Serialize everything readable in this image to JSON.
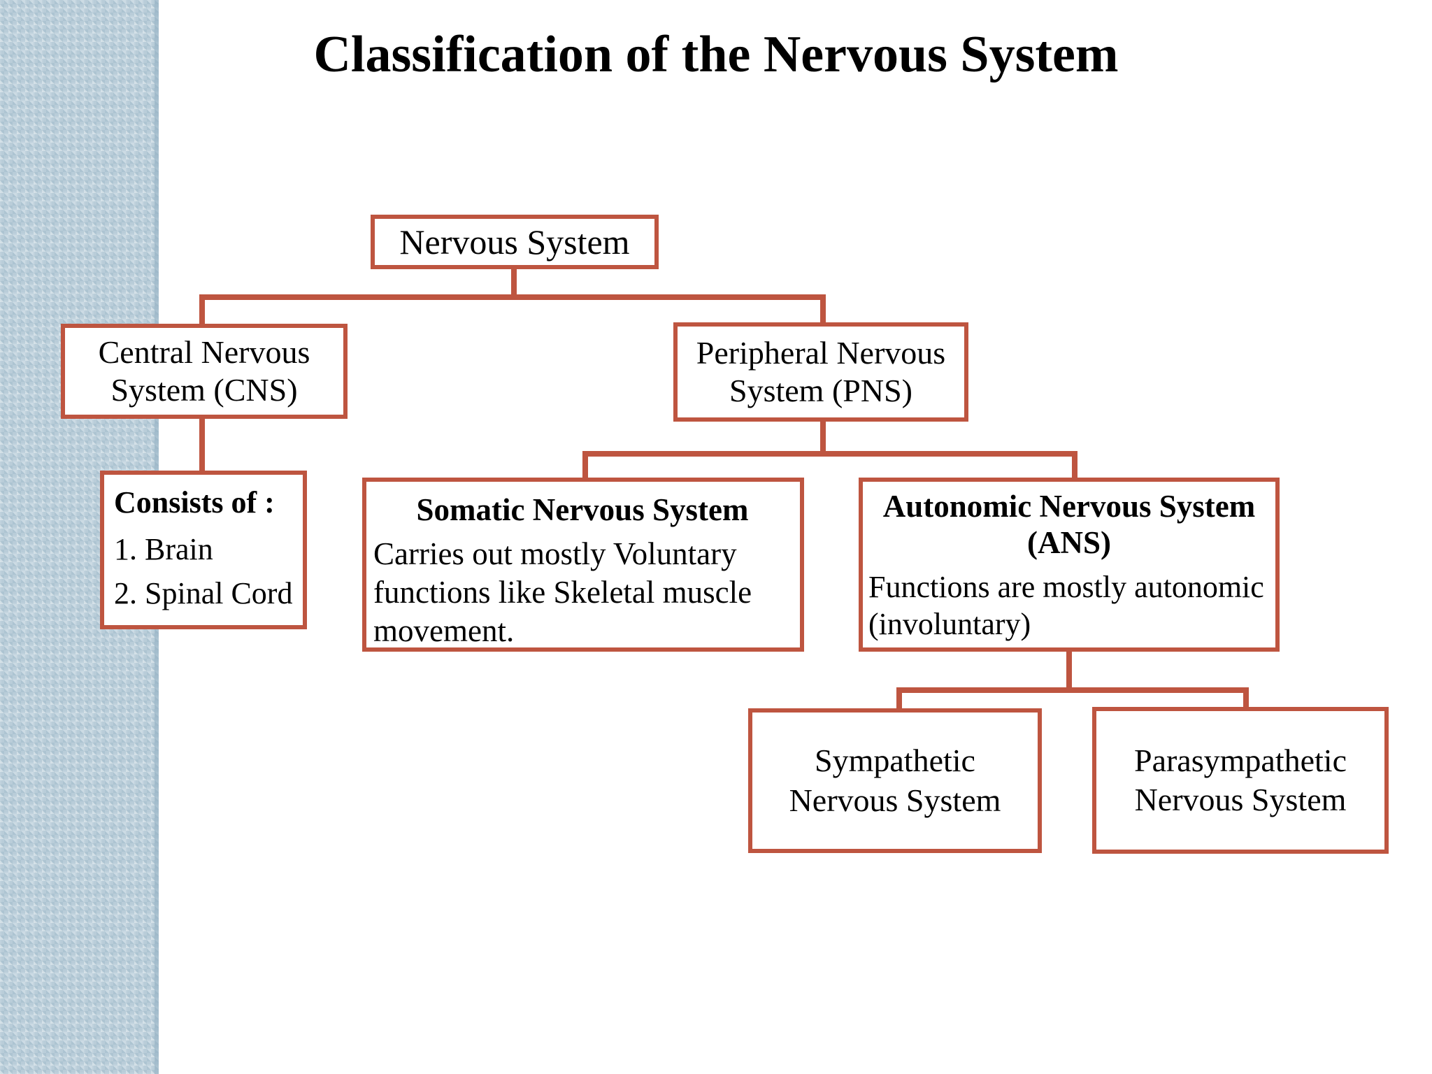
{
  "colors": {
    "accent": "#be5540",
    "sidebar": "#b9cdd9",
    "background": "#ffffff",
    "text": "#000000"
  },
  "slide": {
    "title": "Classification of the Nervous System"
  },
  "diagram": {
    "root": {
      "label": "Nervous System"
    },
    "cns": {
      "label": "Central Nervous System (CNS)",
      "detail_heading": "Consists of :",
      "detail_items": [
        "1. Brain",
        "2. Spinal Cord"
      ]
    },
    "pns": {
      "label": "Peripheral Nervous System (PNS)"
    },
    "somatic": {
      "heading": "Somatic Nervous System",
      "body": "Carries out mostly Voluntary functions like Skeletal muscle movement."
    },
    "autonomic": {
      "heading": "Autonomic Nervous System (ANS)",
      "body": "Functions are mostly autonomic (involuntary)"
    },
    "sympathetic": {
      "label": "Sympathetic Nervous System"
    },
    "parasympathetic": {
      "label": "Parasympathetic Nervous System"
    }
  }
}
